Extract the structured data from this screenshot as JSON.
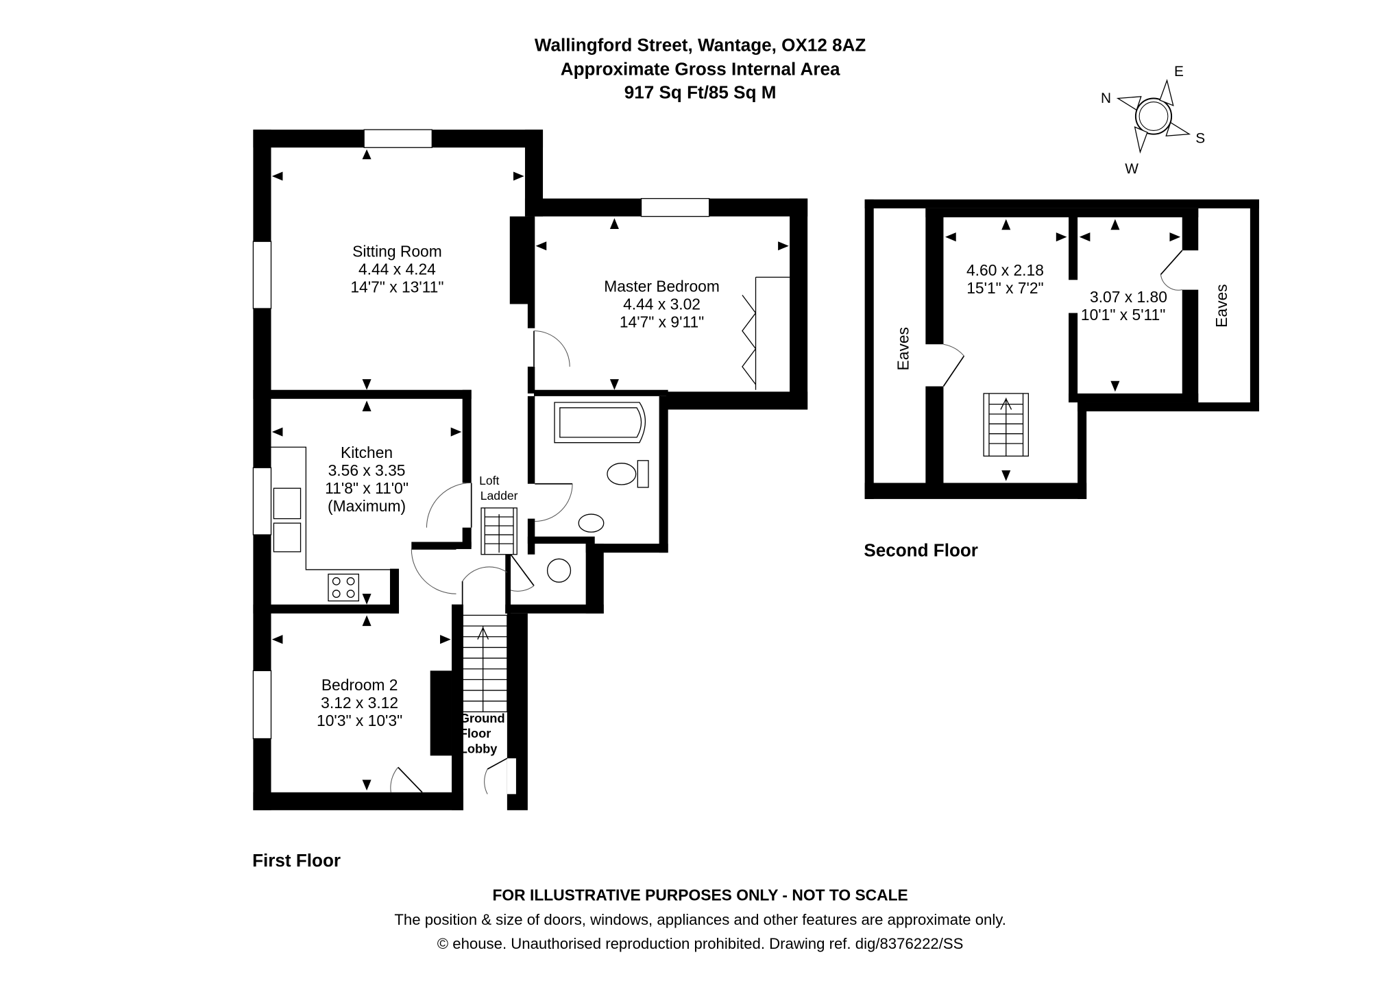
{
  "header": {
    "address": "Wallingford Street, Wantage, OX12 8AZ",
    "area_label": "Approximate Gross Internal Area",
    "area_value": "917 Sq Ft/85 Sq M"
  },
  "compass": {
    "n": "N",
    "e": "E",
    "s": "S",
    "w": "W"
  },
  "first_floor": {
    "label": "First Floor",
    "rooms": [
      {
        "name": "Sitting Room",
        "metric": "4.44 x 4.24",
        "imperial": "14'7\" x 13'11\""
      },
      {
        "name": "Master Bedroom",
        "metric": "4.44 x 3.02",
        "imperial": "14'7\" x 9'11\""
      },
      {
        "name": "Kitchen",
        "metric": "3.56 x 3.35",
        "imperial": "11'8\" x 11'0\"",
        "note": "(Maximum)"
      },
      {
        "name": "Bedroom 2",
        "metric": "3.12 x 3.12",
        "imperial": "10'3\" x 10'3\""
      }
    ],
    "loft_ladder": [
      "Loft",
      "Ladder"
    ],
    "lobby": [
      "Ground",
      "Floor",
      "Lobby"
    ]
  },
  "second_floor": {
    "label": "Second Floor",
    "rooms": [
      {
        "metric": "4.60 x 2.18",
        "imperial": "15'1\" x 7'2\""
      },
      {
        "metric": "3.07 x 1.80",
        "imperial": "10'1\" x 5'11\""
      }
    ],
    "eaves": "Eaves"
  },
  "footer": {
    "disclaimer": "FOR ILLUSTRATIVE PURPOSES ONLY - NOT TO SCALE",
    "note": "The position & size of doors, windows, appliances and other features are approximate only.",
    "copyright": "© ehouse. Unauthorised reproduction prohibited. Drawing ref. dig/8376222/SS"
  }
}
